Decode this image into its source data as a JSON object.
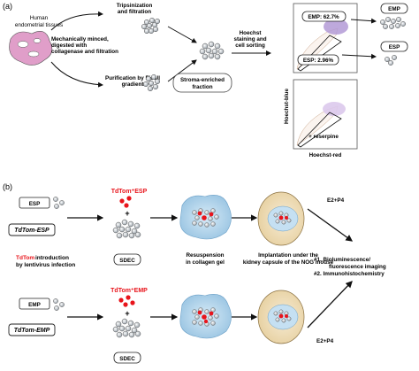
{
  "panel_a": {
    "panel_label": "(a)",
    "source_label": [
      "Human",
      "endometrial tissues"
    ],
    "step_mince": [
      "Mechanically minced,",
      "digested with",
      "collagenase and filtration"
    ],
    "step_trypsin": [
      "Tripsinization",
      "and filtration"
    ],
    "step_ficoll": [
      "Purification by Ficoll",
      "gradient"
    ],
    "stroma_box": [
      "Stroma-enriched",
      "fraction"
    ],
    "sorting_label": [
      "Hoechst",
      "staining and",
      "cell sorting"
    ],
    "gate_emp": "EMP: 62.7%",
    "gate_esp": "ESP: 2.96%",
    "out_emp": "EMP",
    "out_esp": "ESP",
    "reserpine": "+ reserpine",
    "y_axis": "Hoechst-blue",
    "x_axis": "Hoechst-red"
  },
  "panel_b": {
    "panel_label": "(b)",
    "esp_box": "ESP",
    "tdtom_esp_box": "TdTom-ESP",
    "tdtom_esp_label": "TdTom⁺ESP",
    "emp_box": "EMP",
    "tdtom_emp_box": "TdTom-EMP",
    "tdtom_emp_label": "TdTom⁺EMP",
    "plus": "+",
    "intro_red": "TdTom",
    "intro_rest": " introduction",
    "intro_line2": "by lentivirus infection",
    "sdec": "SDEC",
    "resuspension": [
      "Resuspension",
      "in collagen gel"
    ],
    "implantation": [
      "Implantation under the",
      "kidney capsule of the NOG mouse"
    ],
    "hormone": "E2+P4",
    "outcome": [
      "#1. Bioluminescence/",
      "fluorescence imaging",
      "#2. Immunohistochemistry"
    ]
  },
  "colors": {
    "tdtomato_red": "#e8141b",
    "cell_grey": "#9aa3ab",
    "gel_blue": "#b8d7ec",
    "tissue_pink": "#e09ec9",
    "gate_purple": "#b39ad6"
  }
}
